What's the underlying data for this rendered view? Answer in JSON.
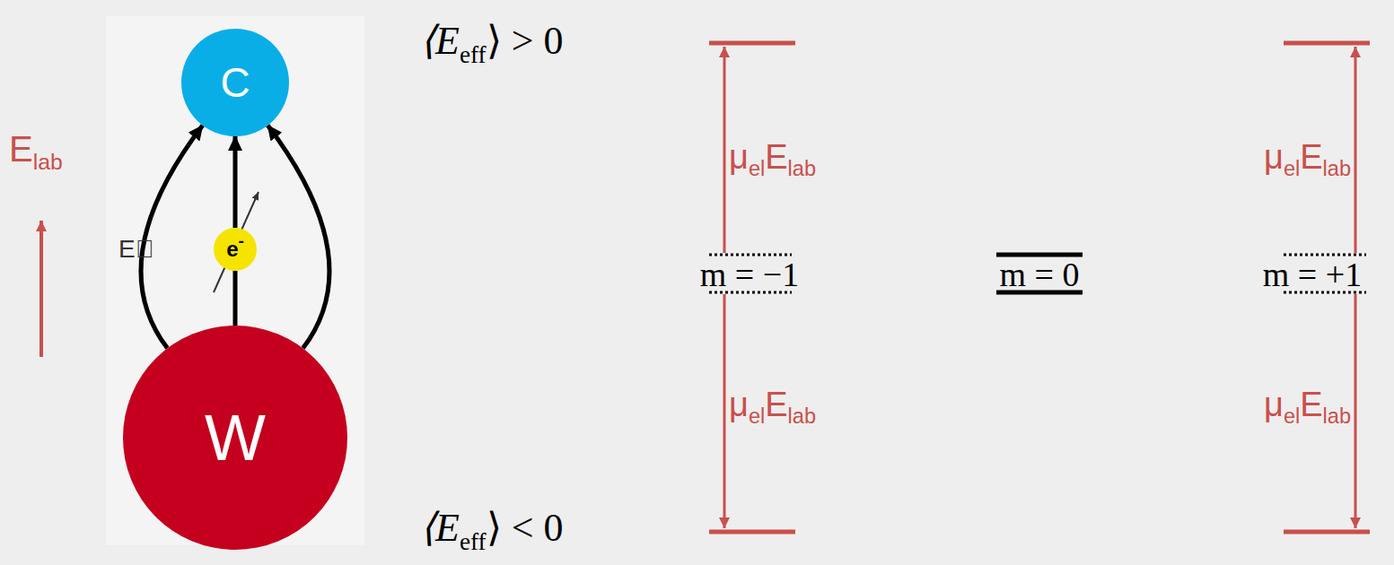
{
  "diagram": {
    "nodes": [
      {
        "text": [
          "C"
        ]
      },
      {
        "text": [
          "e",
          "-"
        ]
      },
      {
        "text": [
          "W"
        ]
      }
    ],
    "edges": [
      {
        "from": 2,
        "to": 0,
        "arrow": "to"
      },
      {
        "from": 2,
        "to": 1,
        "arrow": "none"
      },
      {
        "from": 1,
        "to": 0,
        "arrow": "to"
      },
      {
        "from": 2,
        "to": 0,
        "arrow": "to"
      }
    ],
    "labels": [
      "E",
      "lab",
      "E⃗",
      "⟨E",
      "eff",
      "⟩ > 0",
      "⟨E",
      "eff",
      "⟩ < 0",
      "μ",
      "el",
      "E",
      "lab",
      "μ",
      "el",
      "E",
      "lab",
      "μ",
      "el",
      "E",
      "lab",
      "μ",
      "el",
      "E",
      "lab",
      "m = −1",
      "m = 0",
      "m = +1"
    ]
  }
}
